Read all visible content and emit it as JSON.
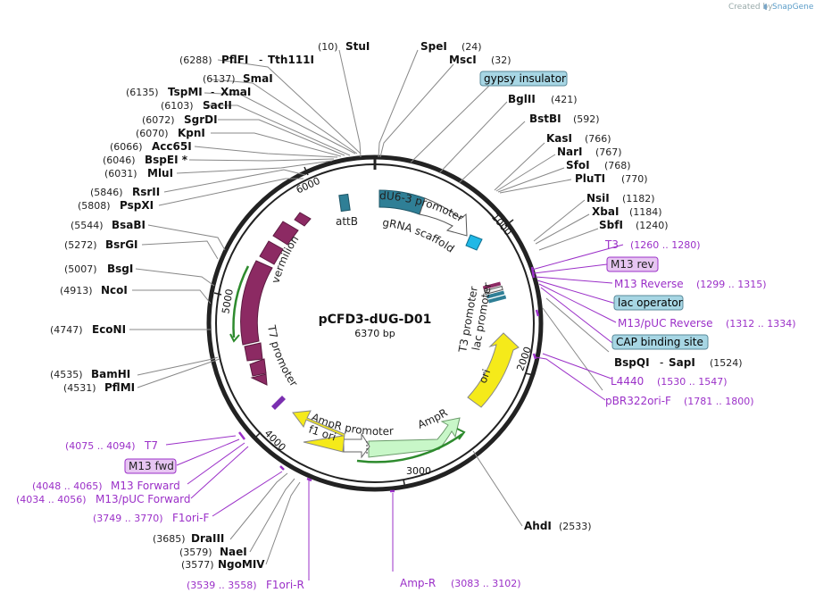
{
  "watermark": {
    "prefix": "Created by",
    "brand": "SnapGene"
  },
  "plasmid": {
    "name": "pCFD3-dUG-D01",
    "length": "6370 bp"
  },
  "ruler": [
    "1000",
    "2000",
    "3000",
    "4000",
    "5000",
    "6000"
  ],
  "features": {
    "attB": "attB",
    "dU6": "dU6-3 promoter",
    "grna": "gRNA scaffold",
    "vermilion": "vermilion",
    "t7promoter": "T7 promoter",
    "t3promoter": "T3 promoter",
    "lacpromoter": "lac promoter",
    "ori": "ori",
    "ampr": "AmpR",
    "amprpromoter": "AmpR promoter",
    "f1ori": "f1 ori"
  },
  "labels": {
    "stui": {
      "pos": "(10)",
      "name": "StuI"
    },
    "spei": {
      "pos": "(24)",
      "name": "SpeI"
    },
    "msci": {
      "pos": "(32)",
      "name": "MscI"
    },
    "gypsy": {
      "name": "gypsy insulator"
    },
    "bglii": {
      "pos": "(421)",
      "name": "BglII"
    },
    "bstbi": {
      "pos": "(592)",
      "name": "BstBI"
    },
    "kasi": {
      "pos": "(766)",
      "name": "KasI"
    },
    "nari": {
      "pos": "(767)",
      "name": "NarI"
    },
    "sfoi": {
      "pos": "(768)",
      "name": "SfoI"
    },
    "pluti": {
      "pos": "(770)",
      "name": "PluTI"
    },
    "nsii": {
      "pos": "(1182)",
      "name": "NsiI"
    },
    "xbai": {
      "pos": "(1184)",
      "name": "XbaI"
    },
    "sbfi": {
      "pos": "(1240)",
      "name": "SbfI"
    },
    "t3": {
      "name": "T3",
      "range": "(1260 .. 1280)"
    },
    "m13rev": {
      "name": "M13 rev"
    },
    "m13reverse": {
      "name": "M13 Reverse",
      "range": "(1299 .. 1315)"
    },
    "lacop": {
      "name": "lac operator"
    },
    "m13puc_rev": {
      "name": "M13/pUC Reverse",
      "range": "(1312 .. 1334)"
    },
    "cap": {
      "name": "CAP binding site"
    },
    "bspqi": {
      "name": "BspQI",
      "sep": "-",
      "name2": "SapI",
      "pos": "(1524)"
    },
    "l4440": {
      "name": "L4440",
      "range": "(1530 .. 1547)"
    },
    "pbr322": {
      "name": "pBR322ori-F",
      "range": "(1781 .. 1800)"
    },
    "ahdi": {
      "name": "AhdI",
      "pos": "(2533)"
    },
    "ampr_primer": {
      "name": "Amp-R",
      "range": "(3083 .. 3102)"
    },
    "f1ori_r": {
      "name": "F1ori-R",
      "range": "(3539 .. 3558)"
    },
    "ngomiv": {
      "pos": "(3577)",
      "name": "NgoMIV"
    },
    "naei": {
      "pos": "(3579)",
      "name": "NaeI"
    },
    "draiii": {
      "pos": "(3685)",
      "name": "DraIII"
    },
    "f1ori_f": {
      "range": "(3749 .. 3770)",
      "name": "F1ori-F"
    },
    "m13puc_fwd": {
      "range": "(4034 .. 4056)",
      "name": "M13/pUC Forward"
    },
    "m13forward": {
      "range": "(4048 .. 4065)",
      "name": "M13 Forward"
    },
    "m13fwd": {
      "name": "M13 fwd"
    },
    "t7": {
      "range": "(4075 .. 4094)",
      "name": "T7"
    },
    "pflmi": {
      "pos": "(4531)",
      "name": "PflMI"
    },
    "bamhi": {
      "pos": "(4535)",
      "name": "BamHI"
    },
    "econi": {
      "pos": "(4747)",
      "name": "EcoNI"
    },
    "ncoi": {
      "pos": "(4913)",
      "name": "NcoI"
    },
    "bsgi": {
      "pos": "(5007)",
      "name": "BsgI"
    },
    "bsrgi": {
      "pos": "(5272)",
      "name": "BsrGI"
    },
    "bsabi": {
      "pos": "(5544)",
      "name": "BsaBI"
    },
    "pspxi": {
      "pos": "(5808)",
      "name": "PspXI"
    },
    "rsrii": {
      "pos": "(5846)",
      "name": "RsrII"
    },
    "mlui": {
      "pos": "(6031)",
      "name": "MluI"
    },
    "bspei": {
      "pos": "(6046)",
      "name": "BspEI *"
    },
    "acc65i": {
      "pos": "(6066)",
      "name": "Acc65I"
    },
    "kpni": {
      "pos": "(6070)",
      "name": "KpnI"
    },
    "sgrdi": {
      "pos": "(6072)",
      "name": "SgrDI"
    },
    "sacii": {
      "pos": "(6103)",
      "name": "SacII"
    },
    "tspmi": {
      "pos": "(6135)",
      "name": "TspMI",
      "sep": "-",
      "name2": "XmaI"
    },
    "smai": {
      "pos": "(6137)",
      "name": "SmaI"
    },
    "pflfi": {
      "pos": "(6288)",
      "name": "PflFI",
      "sep": "-",
      "name2": "Tth111I"
    }
  }
}
